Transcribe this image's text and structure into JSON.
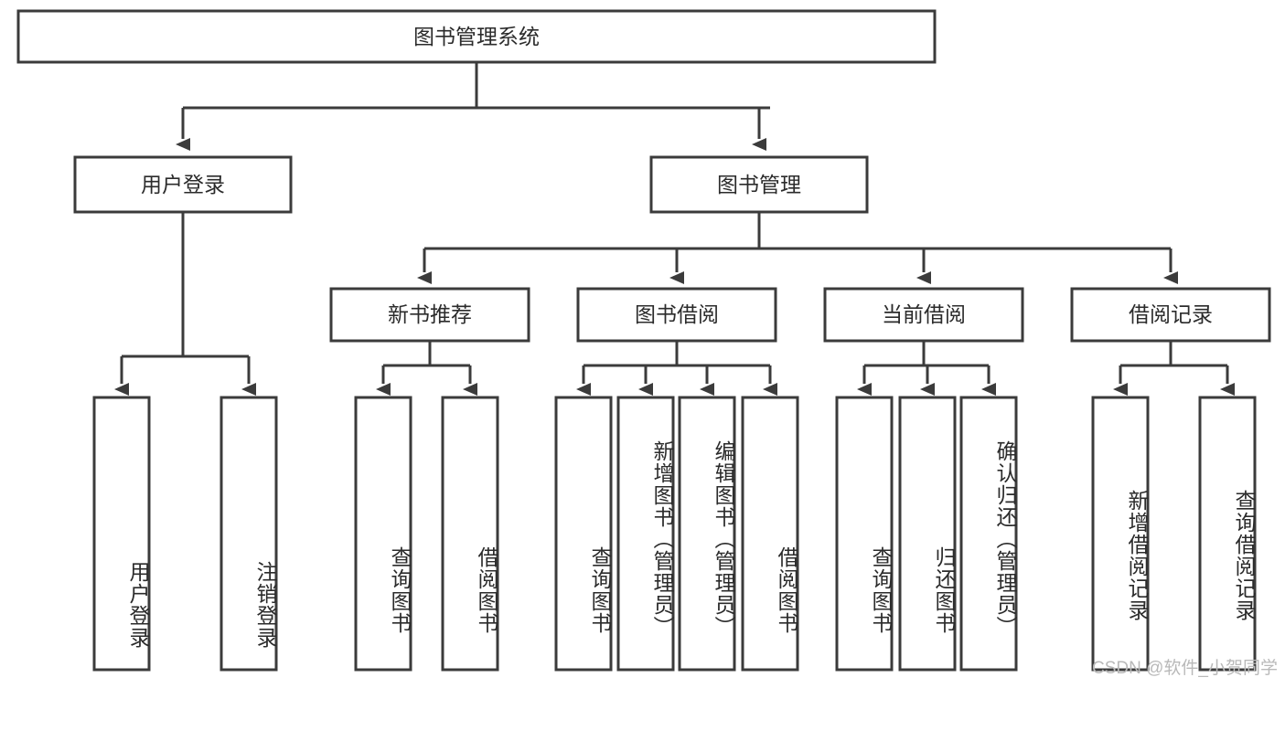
{
  "diagram": {
    "type": "hierarchy-tree",
    "title": "图书管理系统",
    "watermark": "CSDN @软件_小贺同学",
    "colors": {
      "stroke": "#3b3b3b",
      "fill": "#ffffff",
      "text": "#2b2b2b",
      "watermark": "#b9b9b9"
    },
    "root": {
      "label": "图书管理系统",
      "children": [
        {
          "label": "用户登录",
          "children": [
            {
              "label": "用户登录"
            },
            {
              "label": "注销登录"
            }
          ]
        },
        {
          "label": "图书管理",
          "children": [
            {
              "label": "新书推荐",
              "children": [
                {
                  "label": "查询图书"
                },
                {
                  "label": "借阅图书"
                }
              ]
            },
            {
              "label": "图书借阅",
              "children": [
                {
                  "label": "查询图书"
                },
                {
                  "label": "新增图书（管理员）"
                },
                {
                  "label": "编辑图书（管理员）"
                },
                {
                  "label": "借阅图书"
                }
              ]
            },
            {
              "label": "当前借阅",
              "children": [
                {
                  "label": "查询图书"
                },
                {
                  "label": "归还图书"
                },
                {
                  "label": "确认归还（管理员）"
                }
              ]
            },
            {
              "label": "借阅记录",
              "children": [
                {
                  "label": "新增借阅记录"
                },
                {
                  "label": "查询借阅记录"
                }
              ]
            }
          ]
        }
      ]
    },
    "nodes": {
      "root_title": "图书管理系统",
      "l1_user_login": "用户登录",
      "l1_book_mgmt": "图书管理",
      "l2_new_book_rec": "新书推荐",
      "l2_book_borrow": "图书借阅",
      "l2_current_borrow": "当前借阅",
      "l2_borrow_record": "借阅记录",
      "leaf_user_login": "用户登录",
      "leaf_logout": "注销登录",
      "leaf_query_book_a": "查询图书",
      "leaf_borrow_book_a": "借阅图书",
      "leaf_query_book_b": "查询图书",
      "leaf_add_book_admin": "新增图书（管理员）",
      "leaf_edit_book_admin": "编辑图书（管理员）",
      "leaf_borrow_book_b": "借阅图书",
      "leaf_query_book_c": "查询图书",
      "leaf_return_book": "归还图书",
      "leaf_confirm_return_admin": "确认归还（管理员）",
      "leaf_add_record": "新增借阅记录",
      "leaf_query_record": "查询借阅记录"
    }
  }
}
